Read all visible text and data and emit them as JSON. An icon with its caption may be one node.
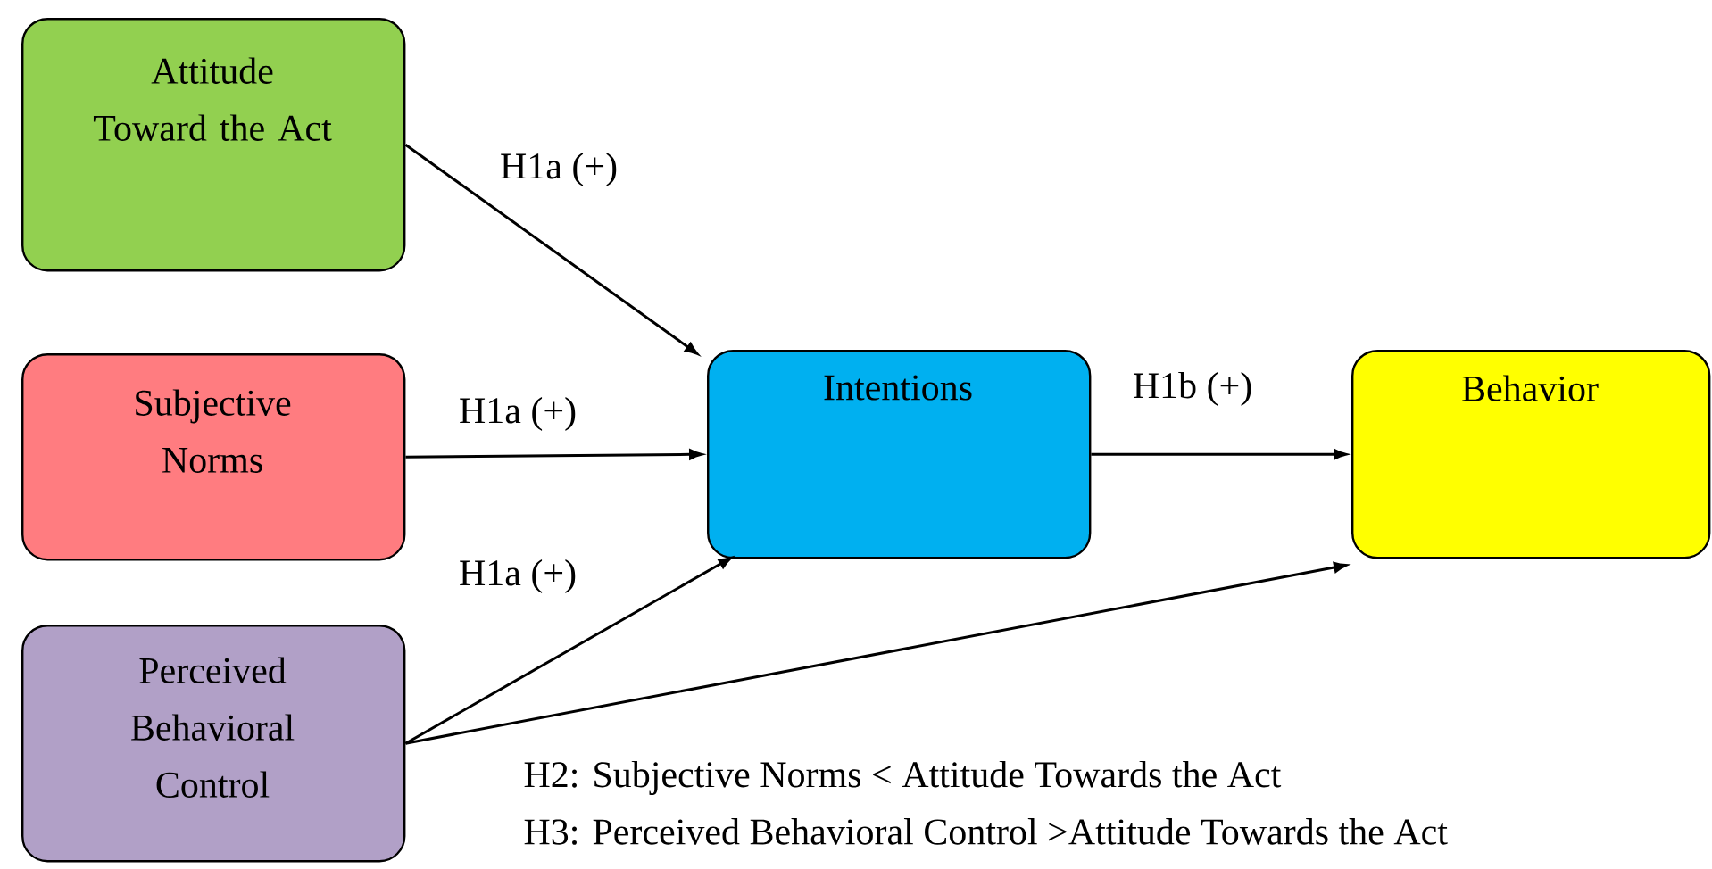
{
  "diagram": {
    "nodes": [
      {
        "text": [
          "Attitude Toward the Act"
        ]
      },
      {
        "text": [
          "Subjective Norms"
        ]
      },
      {
        "text": [
          "Perceived Behavioral Control"
        ]
      },
      {
        "text": [
          "Intentions"
        ]
      },
      {
        "text": [
          "Behavior"
        ]
      }
    ],
    "edges": [
      {
        "from": 0,
        "to": 3,
        "arrow": "to",
        "label": "H1a (+)"
      },
      {
        "from": 1,
        "to": 3,
        "arrow": "to",
        "label": "H1a (+)"
      },
      {
        "from": 2,
        "to": 3,
        "arrow": "to",
        "label": "H1a (+)"
      },
      {
        "from": 3,
        "to": 4,
        "arrow": "to",
        "label": "H1b (+)"
      },
      {
        "from": 2,
        "to": 4,
        "arrow": "to"
      }
    ],
    "labels": [
      "H2: Subjective Norms < Attitude Towards the Act",
      "H3: Perceived Behavioral Control >Attitude Towards the Act"
    ]
  }
}
